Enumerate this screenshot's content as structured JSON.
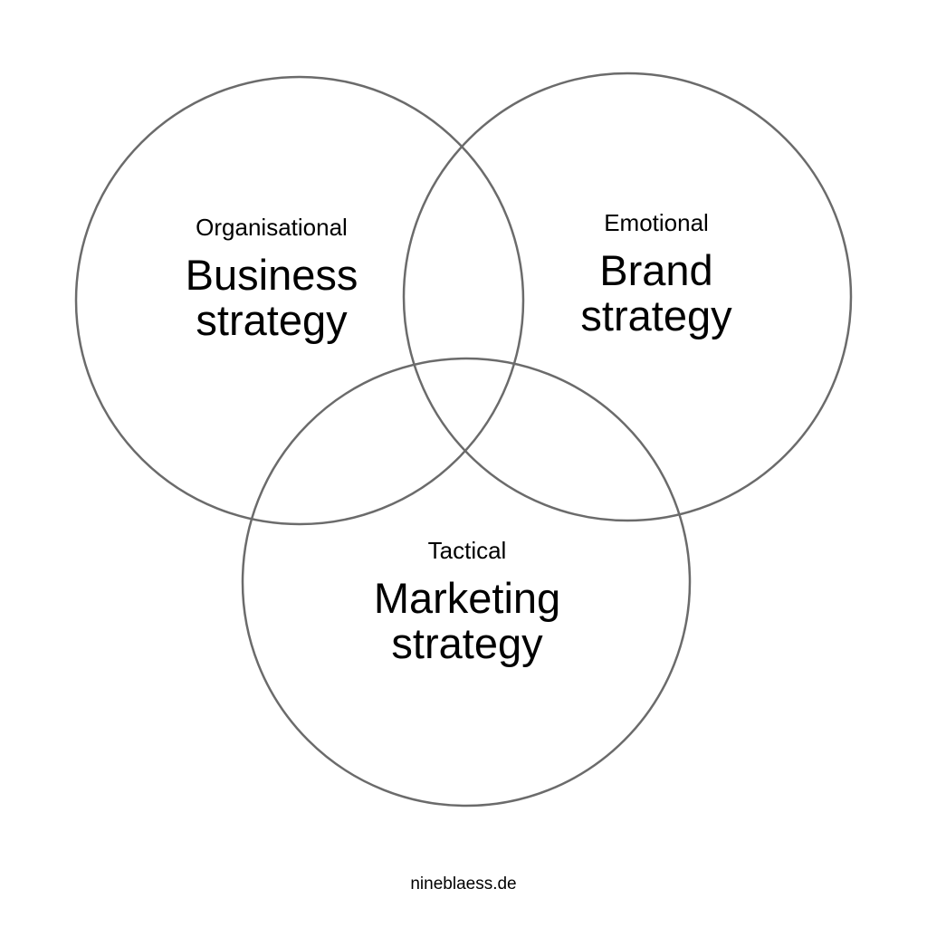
{
  "circles": [
    {
      "subtitle": "Organisational",
      "title_line1": "Business",
      "title_line2": "strategy"
    },
    {
      "subtitle": "Emotional",
      "title_line1": "Brand",
      "title_line2": "strategy"
    },
    {
      "subtitle": "Tactical",
      "title_line1": "Marketing",
      "title_line2": "strategy"
    }
  ],
  "footer": "nineblaess.de",
  "stroke_color": "#6b6b6b"
}
